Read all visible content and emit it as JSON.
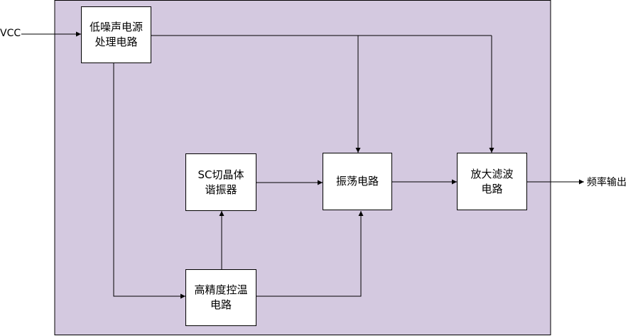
{
  "colors": {
    "panel_fill": "#d4c9e0",
    "line": "#000000",
    "box_fill": "#ffffff"
  },
  "external": {
    "input_label": "VCC",
    "output_label": "频率输出"
  },
  "blocks": {
    "power": "低噪声电源\n处理电路",
    "crystal": "SC切晶体\n谐振器",
    "oscillator": "振荡电路",
    "filter": "放大滤波\n电路",
    "temp_control": "高精度控温\n电路"
  }
}
